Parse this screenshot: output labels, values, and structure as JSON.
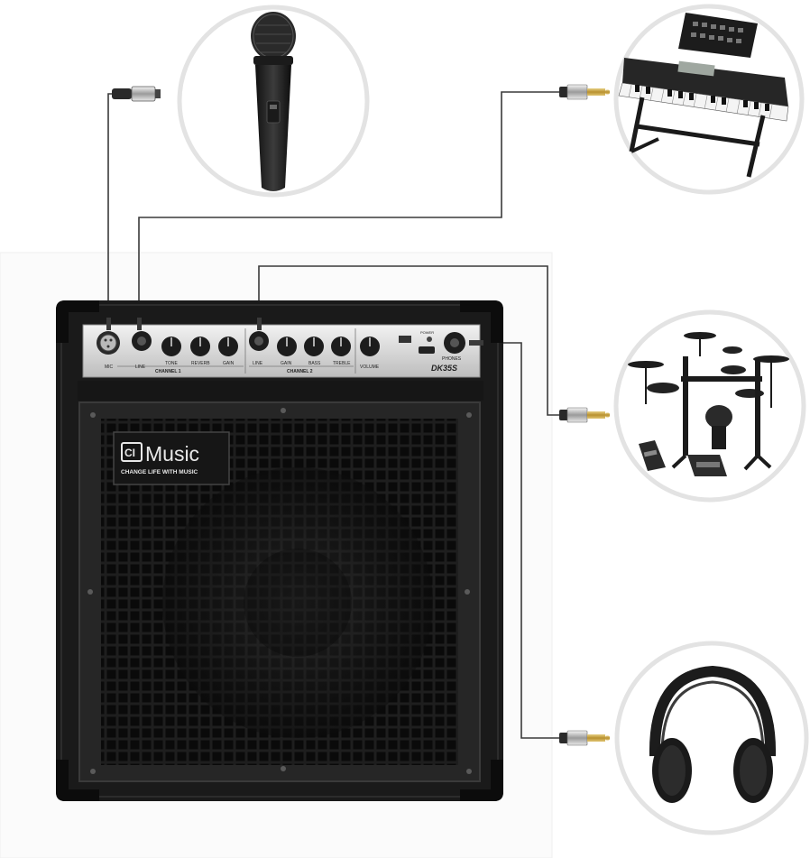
{
  "amp": {
    "brand_logo_mark": "CI",
    "brand_name": "Music",
    "brand_tagline": "CHANGE LIFE WITH MUSIC",
    "model": "DK35S",
    "channel_1_label": "CHANNEL 1",
    "channel_2_label": "CHANNEL 2",
    "jack_labels": {
      "mic": "MIC",
      "line_1": "LINE",
      "line_2": "LINE",
      "phones": "PHONES",
      "power": "POWER"
    },
    "knob_labels": {
      "ch1_tone": "TONE",
      "ch1_reverb": "REVERB",
      "ch1_gain": "GAIN",
      "ch2_gain": "GAIN",
      "ch2_bass": "BASS",
      "ch2_treble": "TREBLE",
      "volume": "VOLUME"
    }
  },
  "connected_devices": [
    {
      "name": "microphone",
      "icon": "microphone-icon"
    },
    {
      "name": "keyboard",
      "icon": "keyboard-icon"
    },
    {
      "name": "drum-kit",
      "icon": "drum-kit-icon"
    },
    {
      "name": "headphones",
      "icon": "headphones-icon"
    }
  ],
  "colors": {
    "cabinet": "#1a1a1a",
    "panel": "#d9d9d9",
    "cable": "#3a3a3a",
    "circle_border": "#e3e3e3",
    "plug_gold": "#c9a54a"
  }
}
